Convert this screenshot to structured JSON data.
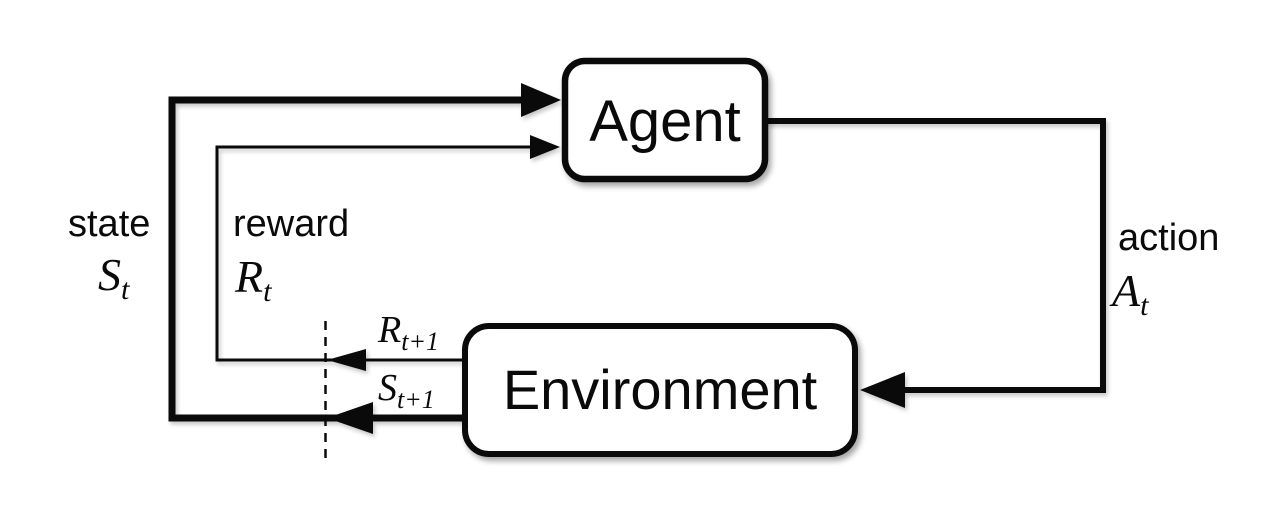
{
  "colors": {
    "ink": "#0a0a0a",
    "background": "#ffffff",
    "box_fill": "#ffffff"
  },
  "boxes": {
    "agent": {
      "label": "Agent"
    },
    "environment": {
      "label": "Environment"
    }
  },
  "labels": {
    "state": {
      "word": "state",
      "symbol": "S",
      "subscript": "t"
    },
    "reward": {
      "word": "reward",
      "symbol": "R",
      "subscript": "t"
    },
    "action": {
      "word": "action",
      "symbol": "A",
      "subscript": "t"
    },
    "next_reward": {
      "symbol": "R",
      "subscript": "t+1"
    },
    "next_state": {
      "symbol": "S",
      "subscript": "t+1"
    }
  }
}
